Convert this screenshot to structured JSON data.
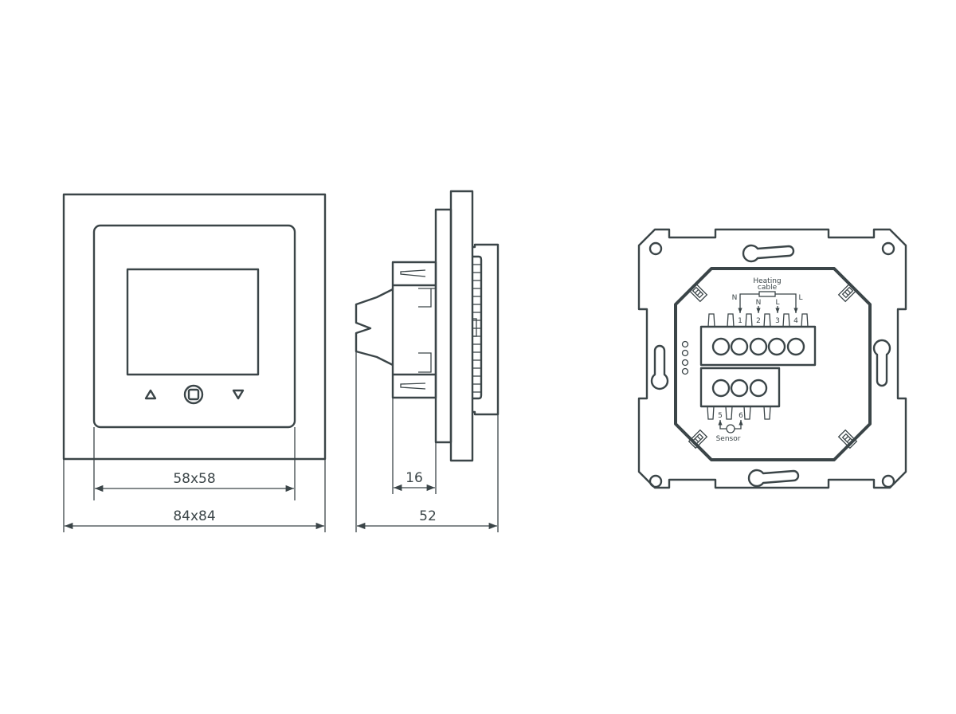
{
  "title": "Thermostat dimension and wiring drawing",
  "front_view": {
    "inner_dimension": "58x58",
    "outer_dimension": "84x84",
    "buttons": [
      "up-button",
      "menu-button",
      "down-button"
    ]
  },
  "side_view": {
    "module_depth": "16",
    "total_depth": "52"
  },
  "rear_view": {
    "heating_cable_label_line1": "Heating",
    "heating_cable_label_line2": "cable",
    "wire_left": "N",
    "wire_right": "L",
    "terminal_1": "1",
    "terminal_2": "2",
    "terminal_3": "3",
    "terminal_4": "4",
    "supply_n": "N",
    "supply_l": "L",
    "terminal_5": "5",
    "terminal_6": "6",
    "sensor_label": "Sensor"
  },
  "colors": {
    "line": "#3b4548",
    "background": "#ffffff"
  }
}
